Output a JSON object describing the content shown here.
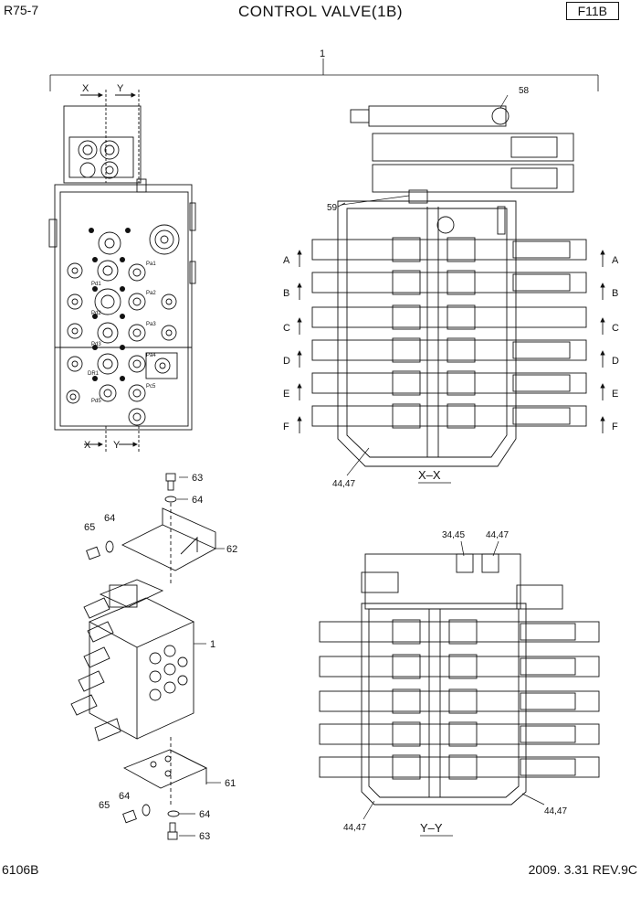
{
  "header": {
    "model": "R75-7",
    "title": "CONTROL VALVE(1B)",
    "page_code": "F11B"
  },
  "footer": {
    "catalog_code": "6106B",
    "revision": "2009. 3.31 REV.9C"
  },
  "callouts": {
    "assembly": "1",
    "c58": "58",
    "c59": "59",
    "c4447a": "44,47",
    "c3445": "34,45",
    "c4447b": "44,47",
    "c4447c": "44,47",
    "c4447d": "44,47",
    "c63a": "63",
    "c64a": "64",
    "c64b": "64",
    "c65a": "65",
    "c62": "62",
    "c1b": "1",
    "c61": "61",
    "c64c": "64",
    "c65b": "65",
    "c64d": "64",
    "c63b": "63"
  },
  "section_markers": [
    "A",
    "B",
    "C",
    "D",
    "E",
    "F"
  ],
  "view_labels": {
    "xx": "X–X",
    "yy": "Y–Y",
    "x": "X",
    "y": "Y"
  },
  "port_labels": [
    "Pa1",
    "Pd1",
    "Pa2",
    "Pd2",
    "Pa3",
    "Pd3",
    "Pa4",
    "DR1",
    "Pd5",
    "Pc5"
  ]
}
